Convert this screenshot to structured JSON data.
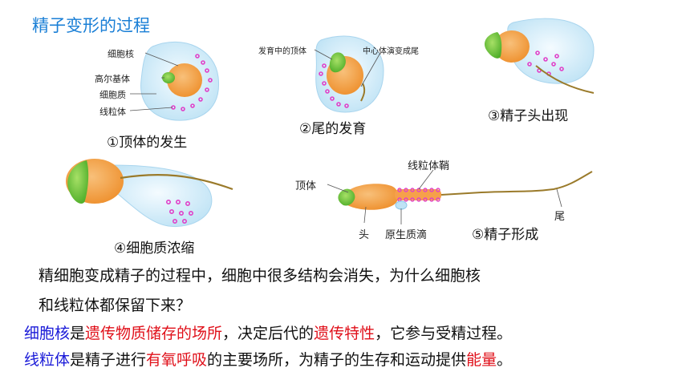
{
  "title": "精子变形的过程",
  "stage1": {
    "caption": "①顶体的发生",
    "labels": [
      "细胞核",
      "高尔基体",
      "细胞质",
      "线粒体"
    ]
  },
  "stage2": {
    "caption": "②尾的发育",
    "labels": [
      "发育中的顶体",
      "中心体演变成尾"
    ]
  },
  "stage3": {
    "caption": "③精子头出现"
  },
  "stage4": {
    "caption": "④细胞质浓缩"
  },
  "stage5": {
    "caption": "⑤精子形成",
    "labels": {
      "acrosome": "顶体",
      "midpiece": "线粒体鞘",
      "head": "头",
      "droplet": "原生质滴",
      "tail": "尾"
    }
  },
  "question": {
    "line1": "精细胞变成精子的过程中，细胞中很多结构会消失，为什么细胞核",
    "line2": "和线粒体都保留下来？"
  },
  "answer1": {
    "p1": "细胞核",
    "p2": "是",
    "p3": "遗传物质储存的场所",
    "p4": "，决定后代的",
    "p5": "遗传特性",
    "p6": "，它参与受精过程。"
  },
  "answer2": {
    "p1": "线粒体",
    "p2": "是精子进行",
    "p3": "有氧呼吸",
    "p4": "的主要场所，为精子的生存和运动提供",
    "p5": "能量",
    "p6": "。"
  },
  "colors": {
    "title": "#1a7fd6",
    "cytoplasm": "#cdeaf7",
    "nucleus": "#f5a24a",
    "acrosome": "#6cc63a",
    "mitochondria": "#e040c8",
    "tail": "#9a7a2a",
    "highlight_blue": "#1a1ad8",
    "highlight_red": "#e0101a"
  }
}
